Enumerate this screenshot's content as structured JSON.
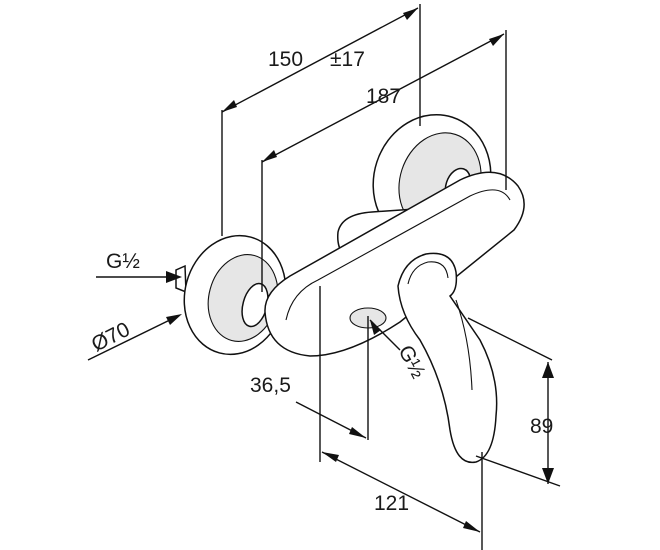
{
  "dimensions": {
    "d150": "150",
    "tolerance": "±17",
    "d187": "187",
    "thread_inlet": "G½",
    "diameter": "Ø70",
    "d36_5": "36,5",
    "thread_outlet": "G½",
    "d89": "89",
    "d121": "121"
  }
}
